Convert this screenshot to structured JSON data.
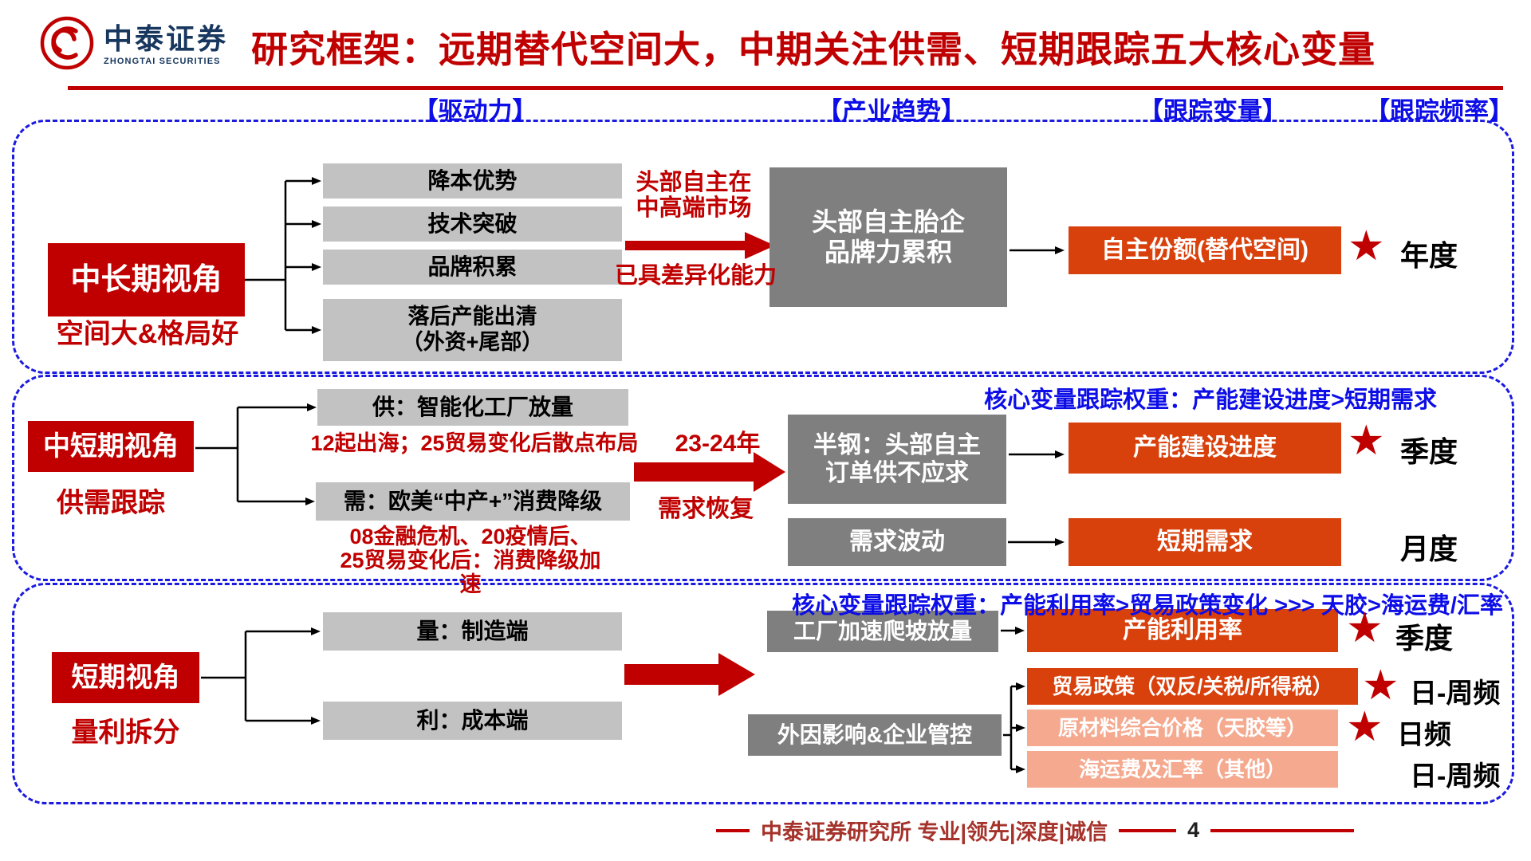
{
  "header": {
    "logo_cn": "中泰证券",
    "logo_en": "ZHONGTAI SECURITIES",
    "title": "研究框架：远期替代空间大，中期关注供需、短期跟踪五大核心变量"
  },
  "columns": {
    "driver": "【驱动力】",
    "trend": "【产业趋势】",
    "variable": "【跟踪变量】",
    "frequency": "【跟踪频率】"
  },
  "icons": {
    "star": "★"
  },
  "colors": {
    "accent_red": "#C00000",
    "variable_orange": "#D8400C",
    "variable_pink": "#F5A98F",
    "driver_gray": "#C2C2C2",
    "trend_gray": "#7F7F7F",
    "note_blue": "#0D0DE8"
  },
  "row_longterm": {
    "label": "中长期视角",
    "sublabel": "空间大&格局好",
    "drivers": [
      "降本优势",
      "技术突破",
      "品牌积累",
      "落后产能出清\n（外资+尾部）"
    ],
    "arrow_note_top": "头部自主在\n中高端市场",
    "arrow_note_bottom": "已具差异化能力",
    "trend": "头部自主胎企\n品牌力累积",
    "variable": "自主份额(替代空间)",
    "frequency": "年度"
  },
  "row_midterm": {
    "label": "中短期视角",
    "sublabel": "供需跟踪",
    "weight_note": "核心变量跟踪权重：产能建设进度>短期需求",
    "supply": "供：智能化工厂放量",
    "supply_note": "12起出海；25贸易变化后散点布局",
    "demand": "需：欧美“中产+”消费降级",
    "demand_note": "08金融危机、20疫情后、\n25贸易变化后：消费降级加\n速",
    "arrow_note_top": "23-24年",
    "arrow_note_bottom": "需求恢复",
    "trend_supply": "半钢：头部自主\n订单供不应求",
    "trend_demand": "需求波动",
    "variable_supply": "产能建设进度",
    "frequency_supply": "季度",
    "variable_demand": "短期需求",
    "frequency_demand": "月度"
  },
  "row_shortterm": {
    "label": "短期视角",
    "sublabel": "量利拆分",
    "weight_note": "核心变量跟踪权重：产能利用率>贸易政策变化 >>> 天胶>海运费/汇率",
    "volume": "量：制造端",
    "profit": "利：成本端",
    "trend_volume": "工厂加速爬坡放量",
    "trend_external": "外因影响&企业管控",
    "variable_utilization": "产能利用率",
    "frequency_utilization": "季度",
    "variable_trade": "贸易政策（双反/关税/所得税）",
    "frequency_trade": "日-周频",
    "variable_material": "原材料综合价格（天胶等）",
    "frequency_material": "日频",
    "variable_shipping": "海运费及汇率（其他）",
    "frequency_shipping": "日-周频"
  },
  "footer": {
    "text": "中泰证券研究所 专业|领先|深度|诚信",
    "page": "4"
  }
}
